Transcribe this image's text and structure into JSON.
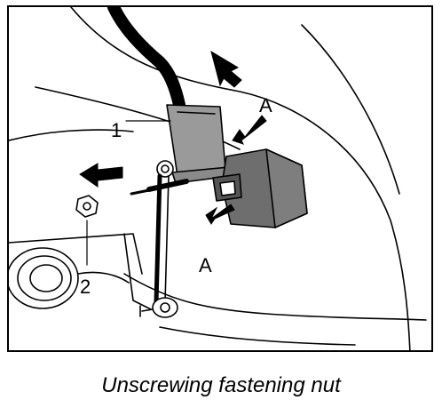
{
  "figure": {
    "caption": "Unscrewing fastening nut",
    "callouts": {
      "part_1": "1",
      "part_2": "2",
      "arrow_a_top": "A",
      "arrow_a_bottom": "A"
    }
  }
}
